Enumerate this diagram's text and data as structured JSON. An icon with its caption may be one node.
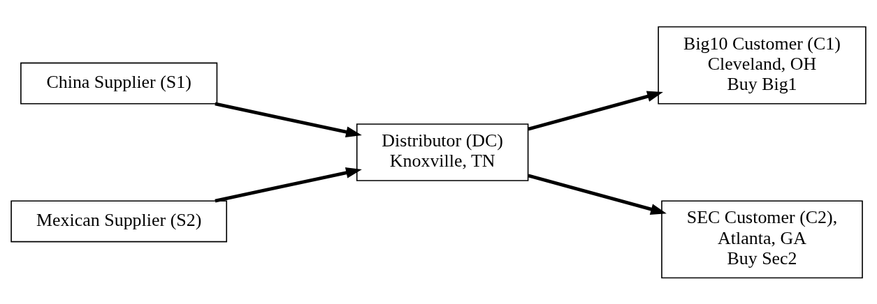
{
  "diagram": {
    "nodes": [
      {
        "text": [
          "China Supplier (S1)"
        ]
      },
      {
        "text": [
          "Mexican Supplier (S2)"
        ]
      },
      {
        "text": [
          "Distributor (DC)",
          "Knoxville, TN"
        ]
      },
      {
        "text": [
          "Big10 Customer (C1)",
          "Cleveland, OH",
          "Buy Big1"
        ]
      },
      {
        "text": [
          "SEC Customer (C2),",
          "Atlanta, GA",
          "Buy Sec2"
        ]
      }
    ],
    "edges": [
      {
        "from": 0,
        "to": 2,
        "arrow": "to"
      },
      {
        "from": 1,
        "to": 2,
        "arrow": "to"
      },
      {
        "from": 2,
        "to": 3,
        "arrow": "to"
      },
      {
        "from": 2,
        "to": 4,
        "arrow": "to"
      }
    ]
  }
}
